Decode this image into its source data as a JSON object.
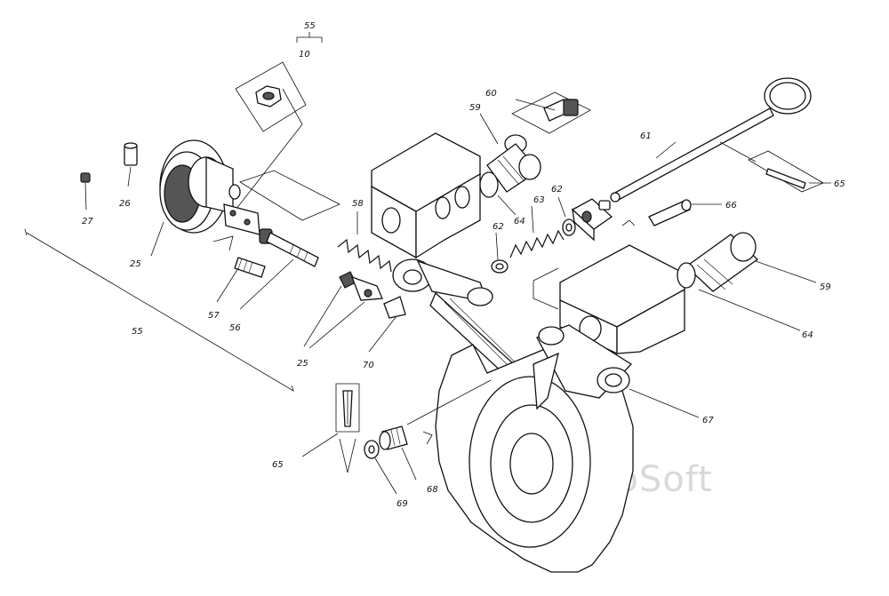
{
  "watermark": "AutoSoft",
  "labels": [
    {
      "id": "55-top",
      "text": "55"
    },
    {
      "id": "10",
      "text": "10"
    },
    {
      "id": "26",
      "text": "26"
    },
    {
      "id": "27",
      "text": "27"
    },
    {
      "id": "25-wheel",
      "text": "25"
    },
    {
      "id": "55-left",
      "text": "55"
    },
    {
      "id": "57",
      "text": "57"
    },
    {
      "id": "56",
      "text": "56"
    },
    {
      "id": "58",
      "text": "58"
    },
    {
      "id": "25-fork",
      "text": "25"
    },
    {
      "id": "70",
      "text": "70"
    },
    {
      "id": "60",
      "text": "60"
    },
    {
      "id": "59-top",
      "text": "59"
    },
    {
      "id": "64-top",
      "text": "64"
    },
    {
      "id": "63",
      "text": "63"
    },
    {
      "id": "62-a",
      "text": "62"
    },
    {
      "id": "62-b",
      "text": "62"
    },
    {
      "id": "61",
      "text": "61"
    },
    {
      "id": "65-top",
      "text": "65"
    },
    {
      "id": "66",
      "text": "66"
    },
    {
      "id": "59-right",
      "text": "59"
    },
    {
      "id": "64-right",
      "text": "64"
    },
    {
      "id": "67",
      "text": "67"
    },
    {
      "id": "65-bottom",
      "text": "65"
    },
    {
      "id": "69",
      "text": "69"
    },
    {
      "id": "68",
      "text": "68"
    }
  ]
}
